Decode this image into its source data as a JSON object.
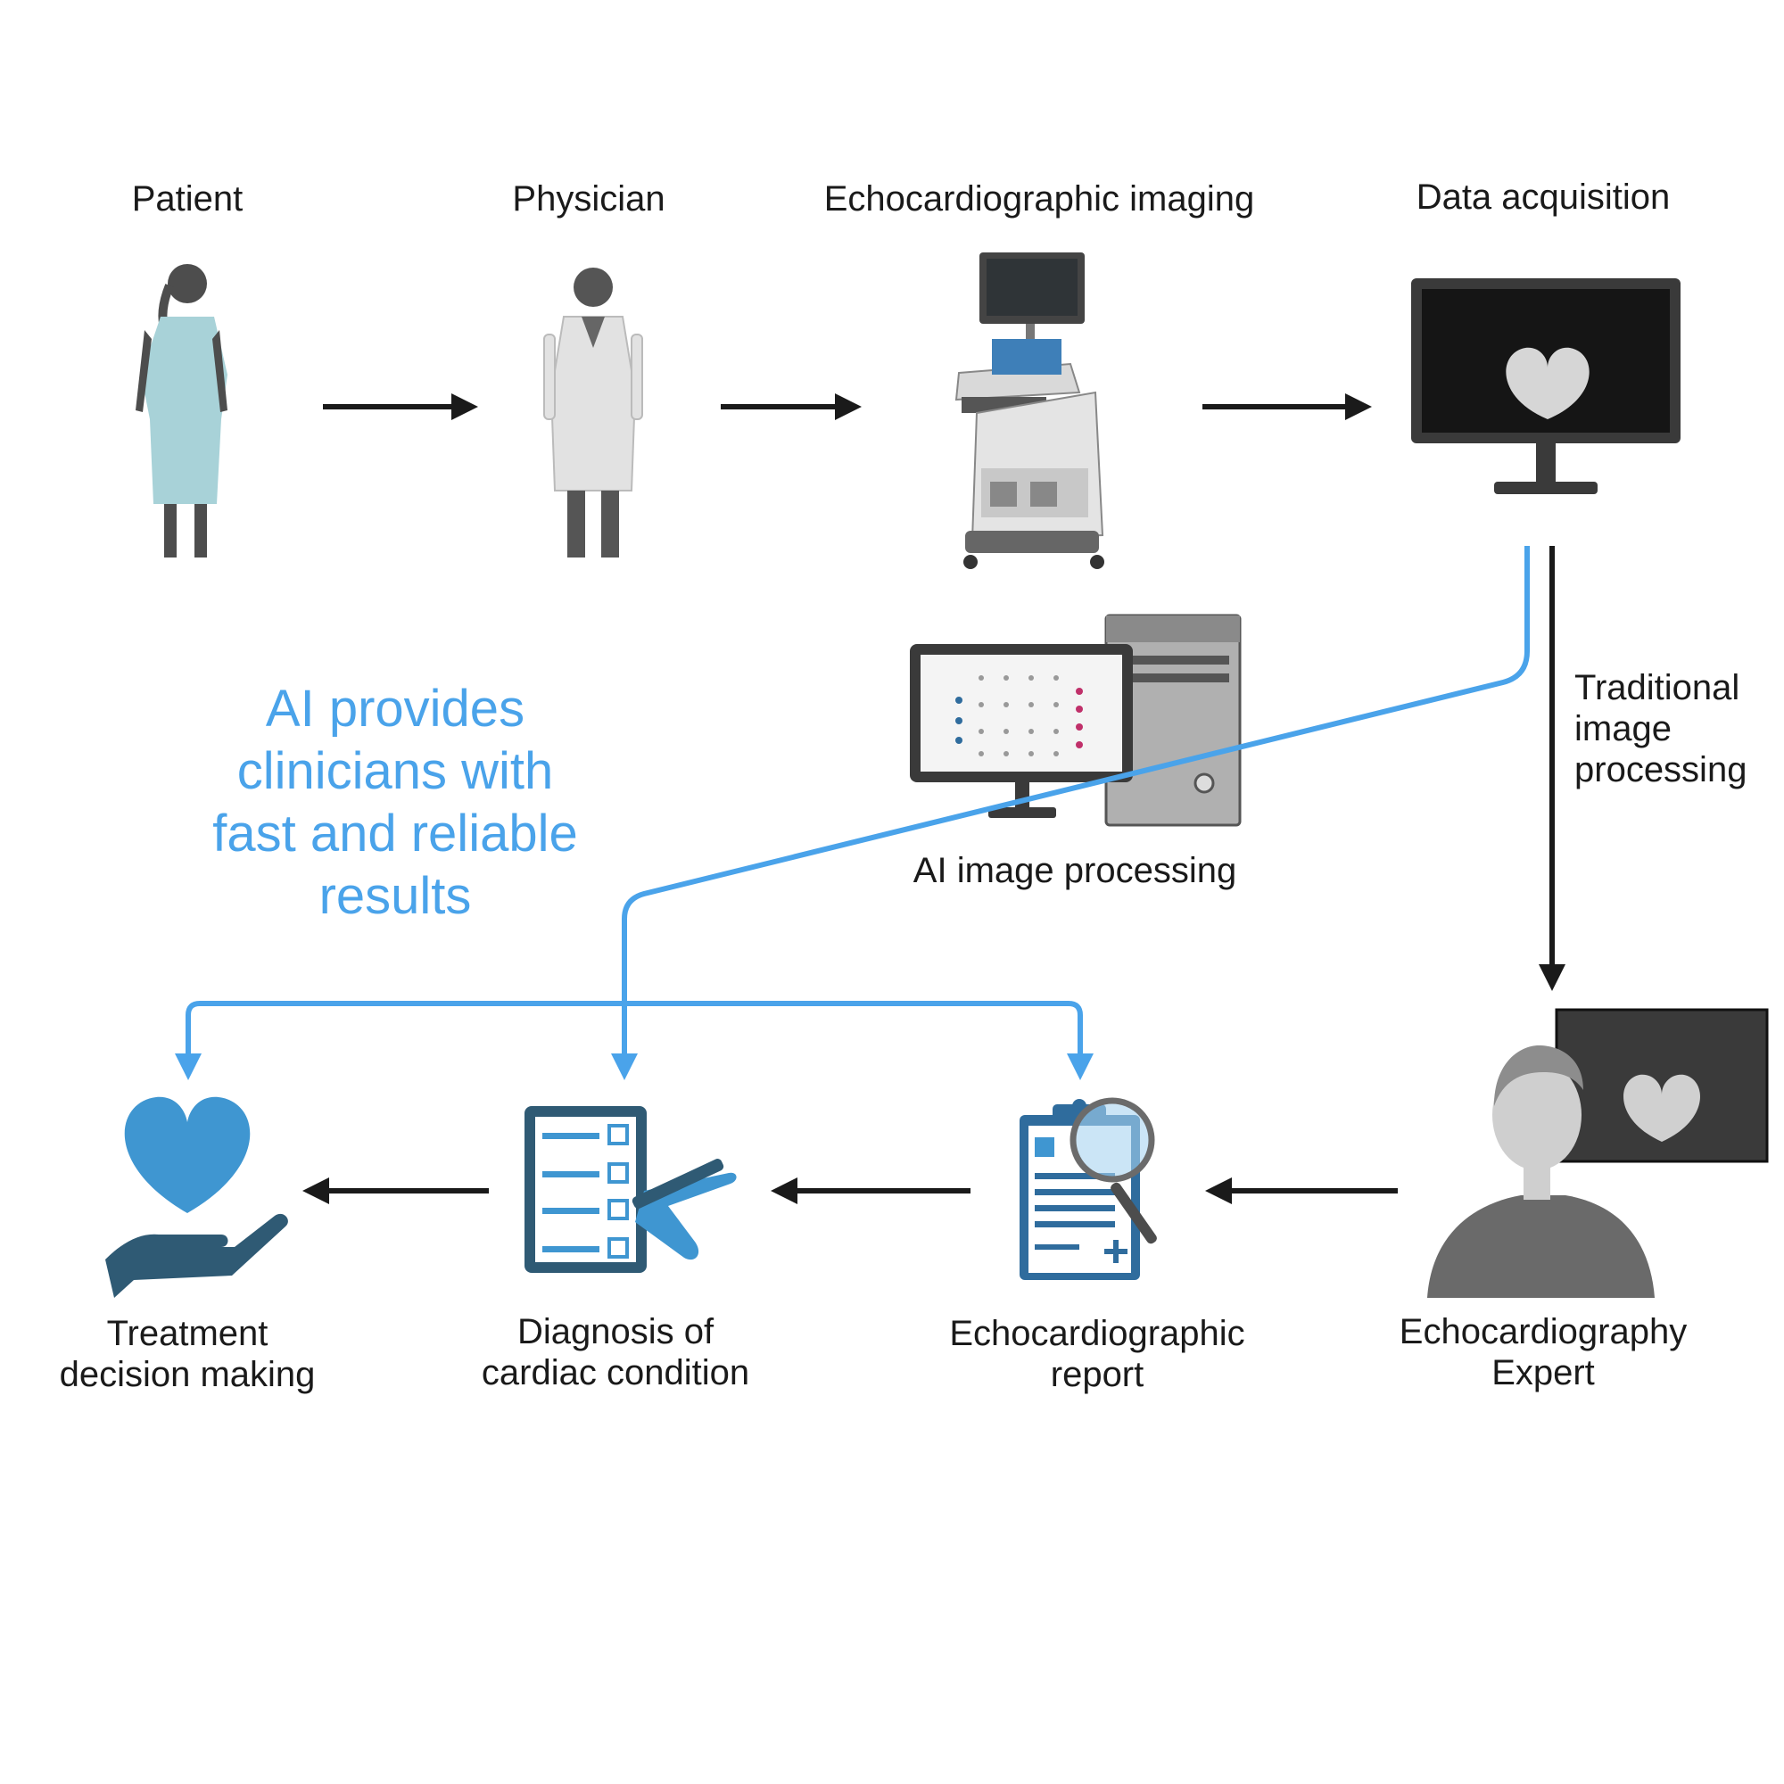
{
  "labels": {
    "patient": "Patient",
    "physician": "Physician",
    "echo_imaging": "Echocardiographic imaging",
    "data_acquisition": "Data acquisition",
    "traditional": "Traditional\nimage\nprocessing",
    "ai_processing": "AI image processing",
    "ai_message": "AI provides clinicians with fast and reliable results",
    "treatment": "Treatment\ndecision making",
    "diagnosis": "Diagnosis of\ncardiac condition",
    "report": "Echocardiographic\nreport",
    "expert": "Echocardiography\nExpert"
  },
  "colors": {
    "ai_blue": "#4aa3ea",
    "dark_blue": "#2f6c9d",
    "icon_blue": "#3f96d1",
    "black": "#1a1a1a"
  },
  "icons": [
    "patient-icon",
    "physician-icon",
    "ultrasound-machine-icon",
    "monitor-heart-icon",
    "ai-computer-icon",
    "heart-hand-icon",
    "checklist-icon",
    "clipboard-magnifier-icon",
    "expert-icon"
  ]
}
